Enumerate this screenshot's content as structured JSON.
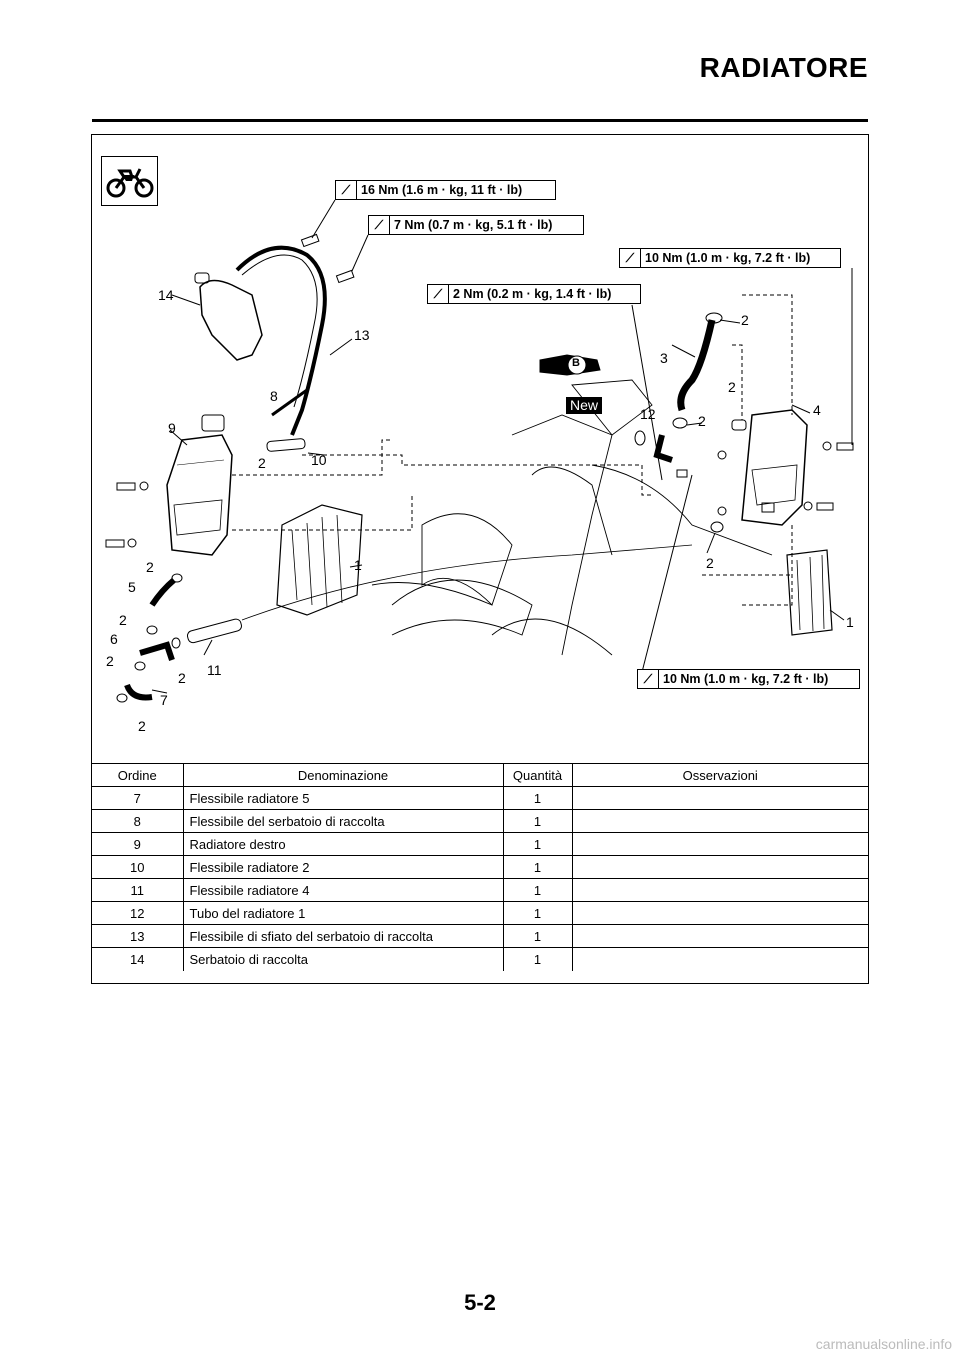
{
  "header": {
    "title": "RADIATORE"
  },
  "torques": [
    "16 Nm (1.6 m · kg, 11 ft · lb)",
    "7 Nm (0.7 m · kg, 5.1 ft · lb)",
    "10 Nm (1.0 m · kg, 7.2 ft · lb)",
    "2 Nm (0.2 m · kg, 1.4 ft · lb)",
    "10 Nm (1.0 m · kg, 7.2 ft · lb)"
  ],
  "callouts": {
    "c14": "14",
    "c13": "13",
    "c8": "8",
    "c9": "9",
    "c2a": "2",
    "c10": "10",
    "c1a": "1",
    "c2b": "2",
    "c5": "5",
    "c2c": "2",
    "c6": "6",
    "c2d": "2",
    "c2e": "2",
    "c11": "11",
    "c7": "7",
    "c2f": "2",
    "c2g": "2",
    "c3": "3",
    "c2h": "2",
    "c12": "12",
    "c2i": "2",
    "c4": "4",
    "c2j": "2",
    "c1b": "1",
    "cB": "B"
  },
  "new_badge": "New",
  "table": {
    "headers": [
      "Ordine",
      "Denominazione",
      "Quantità",
      "Osservazioni"
    ],
    "rows": [
      [
        "7",
        "Flessibile radiatore 5",
        "1",
        ""
      ],
      [
        "8",
        "Flessibile del serbatoio di raccolta",
        "1",
        ""
      ],
      [
        "9",
        "Radiatore destro",
        "1",
        ""
      ],
      [
        "10",
        "Flessibile radiatore 2",
        "1",
        ""
      ],
      [
        "11",
        "Flessibile radiatore 4",
        "1",
        ""
      ],
      [
        "12",
        "Tubo del radiatore 1",
        "1",
        ""
      ],
      [
        "13",
        "Flessibile di sfiato del serbatoio di raccolta",
        "1",
        ""
      ],
      [
        "14",
        "Serbatoio di raccolta",
        "1",
        ""
      ]
    ]
  },
  "footer": {
    "page_number": "5-2",
    "watermark": "carmanualsonline.info"
  }
}
